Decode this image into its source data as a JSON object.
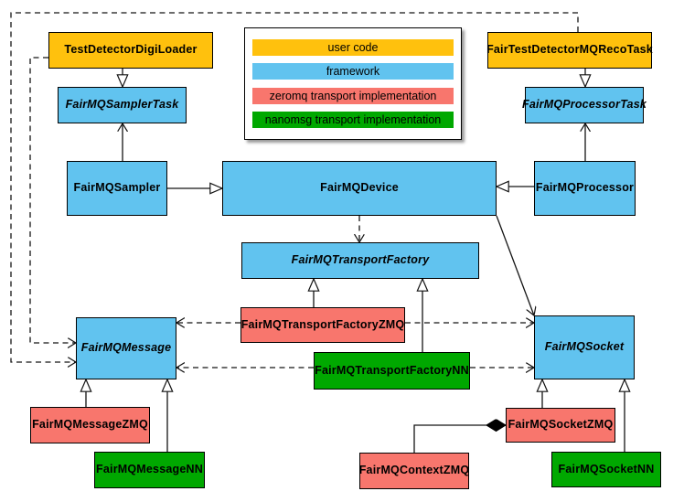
{
  "diagram": {
    "type": "uml-class-diagram",
    "legend": {
      "items": [
        {
          "label": "user code",
          "color": "#FFC10D"
        },
        {
          "label": "framework",
          "color": "#61C3EF"
        },
        {
          "label": "zeromq transport implementation",
          "color": "#F8766D"
        },
        {
          "label": "nanomsg transport implementation",
          "color": "#00A800"
        }
      ]
    },
    "nodes": [
      {
        "id": "testdetectordigiloader",
        "label": "TestDetectorDigiLoader",
        "category": "user code",
        "abstract": false
      },
      {
        "id": "fairtestdetectormqrecotask",
        "label": "FairTestDetectorMQRecoTask",
        "category": "user code",
        "abstract": false
      },
      {
        "id": "fairmqsamplertask",
        "label": "FairMQSamplerTask",
        "category": "framework",
        "abstract": true
      },
      {
        "id": "fairmqprocessortask",
        "label": "FairMQProcessorTask",
        "category": "framework",
        "abstract": true
      },
      {
        "id": "fairmqsampler",
        "label": "FairMQSampler",
        "category": "framework",
        "abstract": false
      },
      {
        "id": "fairmqdevice",
        "label": "FairMQDevice",
        "category": "framework",
        "abstract": false
      },
      {
        "id": "fairmqprocessor",
        "label": "FairMQProcessor",
        "category": "framework",
        "abstract": false
      },
      {
        "id": "fairmqtransportfactory",
        "label": "FairMQTransportFactory",
        "category": "framework",
        "abstract": true
      },
      {
        "id": "fairmqtransportfactoryzmq",
        "label": "FairMQTransportFactoryZMQ",
        "category": "zeromq transport implementation",
        "abstract": false
      },
      {
        "id": "fairmqtransportfactorynn",
        "label": "FairMQTransportFactoryNN",
        "category": "nanomsg transport implementation",
        "abstract": false
      },
      {
        "id": "fairmqmessage",
        "label": "FairMQMessage",
        "category": "framework",
        "abstract": true
      },
      {
        "id": "fairmqsocket",
        "label": "FairMQSocket",
        "category": "framework",
        "abstract": true
      },
      {
        "id": "fairmqmessagezmq",
        "label": "FairMQMessageZMQ",
        "category": "zeromq transport implementation",
        "abstract": false
      },
      {
        "id": "fairmqmessagenn",
        "label": "FairMQMessageNN",
        "category": "nanomsg transport implementation",
        "abstract": false
      },
      {
        "id": "fairmqsocketzmq",
        "label": "FairMQSocketZMQ",
        "category": "zeromq transport implementation",
        "abstract": false
      },
      {
        "id": "fairmqcontextzmq",
        "label": "FairMQContextZMQ",
        "category": "zeromq transport implementation",
        "abstract": false
      },
      {
        "id": "fairmqsocketnn",
        "label": "FairMQSocketNN",
        "category": "nanomsg transport implementation",
        "abstract": false
      }
    ],
    "edges": [
      {
        "from": "TestDetectorDigiLoader",
        "to": "FairMQSamplerTask",
        "type": "inheritance-triangle"
      },
      {
        "from": "FairTestDetectorMQRecoTask",
        "to": "FairMQProcessorTask",
        "type": "inheritance-triangle"
      },
      {
        "from": "FairMQSampler",
        "to": "FairMQSamplerTask",
        "type": "solid-arrow"
      },
      {
        "from": "FairMQProcessor",
        "to": "FairMQProcessorTask",
        "type": "solid-arrow"
      },
      {
        "from": "FairMQSampler",
        "to": "FairMQDevice",
        "type": "inheritance-triangle"
      },
      {
        "from": "FairMQProcessor",
        "to": "FairMQDevice",
        "type": "inheritance-triangle"
      },
      {
        "from": "FairMQDevice",
        "to": "FairMQTransportFactory",
        "type": "dashed-arrow"
      },
      {
        "from": "FairMQDevice",
        "to": "FairMQSocket",
        "type": "solid-arrow"
      },
      {
        "from": "FairMQTransportFactoryZMQ",
        "to": "FairMQTransportFactory",
        "type": "inheritance-triangle"
      },
      {
        "from": "FairMQTransportFactoryNN",
        "to": "FairMQTransportFactory",
        "type": "inheritance-triangle"
      },
      {
        "from": "FairMQTransportFactoryZMQ",
        "to": "FairMQMessage",
        "type": "dashed-arrow"
      },
      {
        "from": "FairMQTransportFactoryZMQ",
        "to": "FairMQSocket",
        "type": "dashed-arrow"
      },
      {
        "from": "FairMQTransportFactoryNN",
        "to": "FairMQMessage",
        "type": "dashed-arrow"
      },
      {
        "from": "FairMQTransportFactoryNN",
        "to": "FairMQSocket",
        "type": "dashed-arrow"
      },
      {
        "from": "TestDetectorDigiLoader",
        "to": "FairMQMessage",
        "type": "dashed-arrow"
      },
      {
        "from": "FairTestDetectorMQRecoTask",
        "to": "FairMQMessage",
        "type": "dashed-arrow"
      },
      {
        "from": "FairMQMessageZMQ",
        "to": "FairMQMessage",
        "type": "inheritance-triangle"
      },
      {
        "from": "FairMQMessageNN",
        "to": "FairMQMessage",
        "type": "inheritance-triangle"
      },
      {
        "from": "FairMQSocketZMQ",
        "to": "FairMQSocket",
        "type": "inheritance-triangle"
      },
      {
        "from": "FairMQSocketNN",
        "to": "FairMQSocket",
        "type": "inheritance-triangle"
      },
      {
        "from": "FairMQContextZMQ",
        "to": "FairMQSocketZMQ",
        "type": "composition-diamond"
      }
    ]
  }
}
